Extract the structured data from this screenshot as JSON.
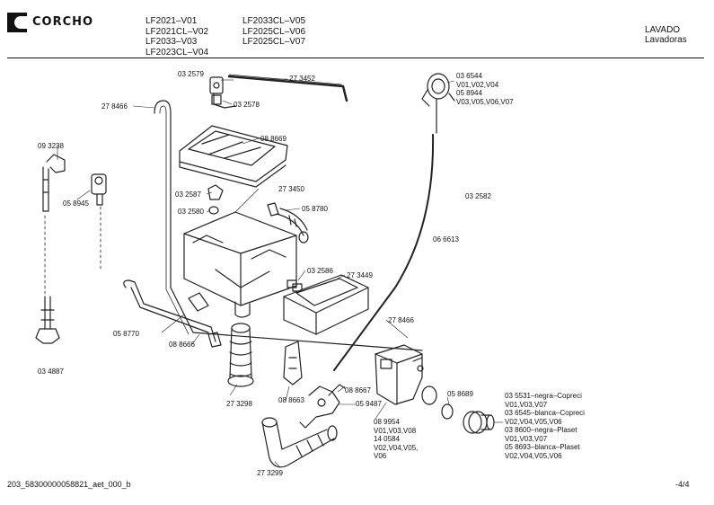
{
  "brand": {
    "name": "CORCHO"
  },
  "models_left": [
    "LF2021–V01",
    "LF2021CL–V02",
    "LF2033–V03",
    "LF2023CL–V04"
  ],
  "models_right": [
    "LF2033CL–V05",
    "LF2025CL–V06",
    "LF2025CL–V07"
  ],
  "category": {
    "title": "LAVADO",
    "subtitle": "Lavadoras"
  },
  "part_labels": [
    {
      "lines": [
        "03 2579"
      ]
    },
    {
      "lines": [
        "27 3452"
      ]
    },
    {
      "lines": [
        "27 8466"
      ]
    },
    {
      "lines": [
        "03 2578"
      ]
    },
    {
      "lines": [
        "08 8669"
      ]
    },
    {
      "lines": [
        "09 3238"
      ]
    },
    {
      "lines": [
        "05 8945"
      ]
    },
    {
      "lines": [
        "03 2587"
      ]
    },
    {
      "lines": [
        "27 3450"
      ]
    },
    {
      "lines": [
        "03 2580"
      ]
    },
    {
      "lines": [
        "05 8780"
      ]
    },
    {
      "lines": [
        "03 2586"
      ]
    },
    {
      "lines": [
        "27 3449"
      ]
    },
    {
      "lines": [
        "05 8770"
      ]
    },
    {
      "lines": [
        "08 8666"
      ]
    },
    {
      "lines": [
        "03 4887"
      ]
    },
    {
      "lines": [
        "27 3298"
      ]
    },
    {
      "lines": [
        "08 8663"
      ]
    },
    {
      "lines": [
        "08 8667"
      ]
    },
    {
      "lines": [
        "05 9487"
      ]
    },
    {
      "lines": [
        "27 3299"
      ]
    },
    {
      "lines": [
        "03 6544",
        "V01,V02,V04",
        "05 8944",
        "V03,V05,V06,V07"
      ]
    },
    {
      "lines": [
        "03 2582"
      ]
    },
    {
      "lines": [
        "06 6613"
      ]
    },
    {
      "lines": [
        "27 8466"
      ]
    },
    {
      "lines": [
        "08 9954",
        "V01,V03,V08",
        "14 0584",
        "V02,V04,V05,",
        "V06"
      ]
    },
    {
      "lines": [
        "05 8689"
      ]
    },
    {
      "lines": [
        "03 5531–negra–Copreci",
        "V01,V03,V07",
        "03 6545–blanca–Copreci",
        "V02,V04,V05,V06",
        "03 8600–negra–Plaset",
        "V01,V03,V07",
        "05 8693–blanca–Plaset",
        "V02,V04,V05,V06"
      ]
    }
  ],
  "footer": {
    "doc_id": "203_58300000058821_aet_000_b",
    "page": "-4/4"
  }
}
